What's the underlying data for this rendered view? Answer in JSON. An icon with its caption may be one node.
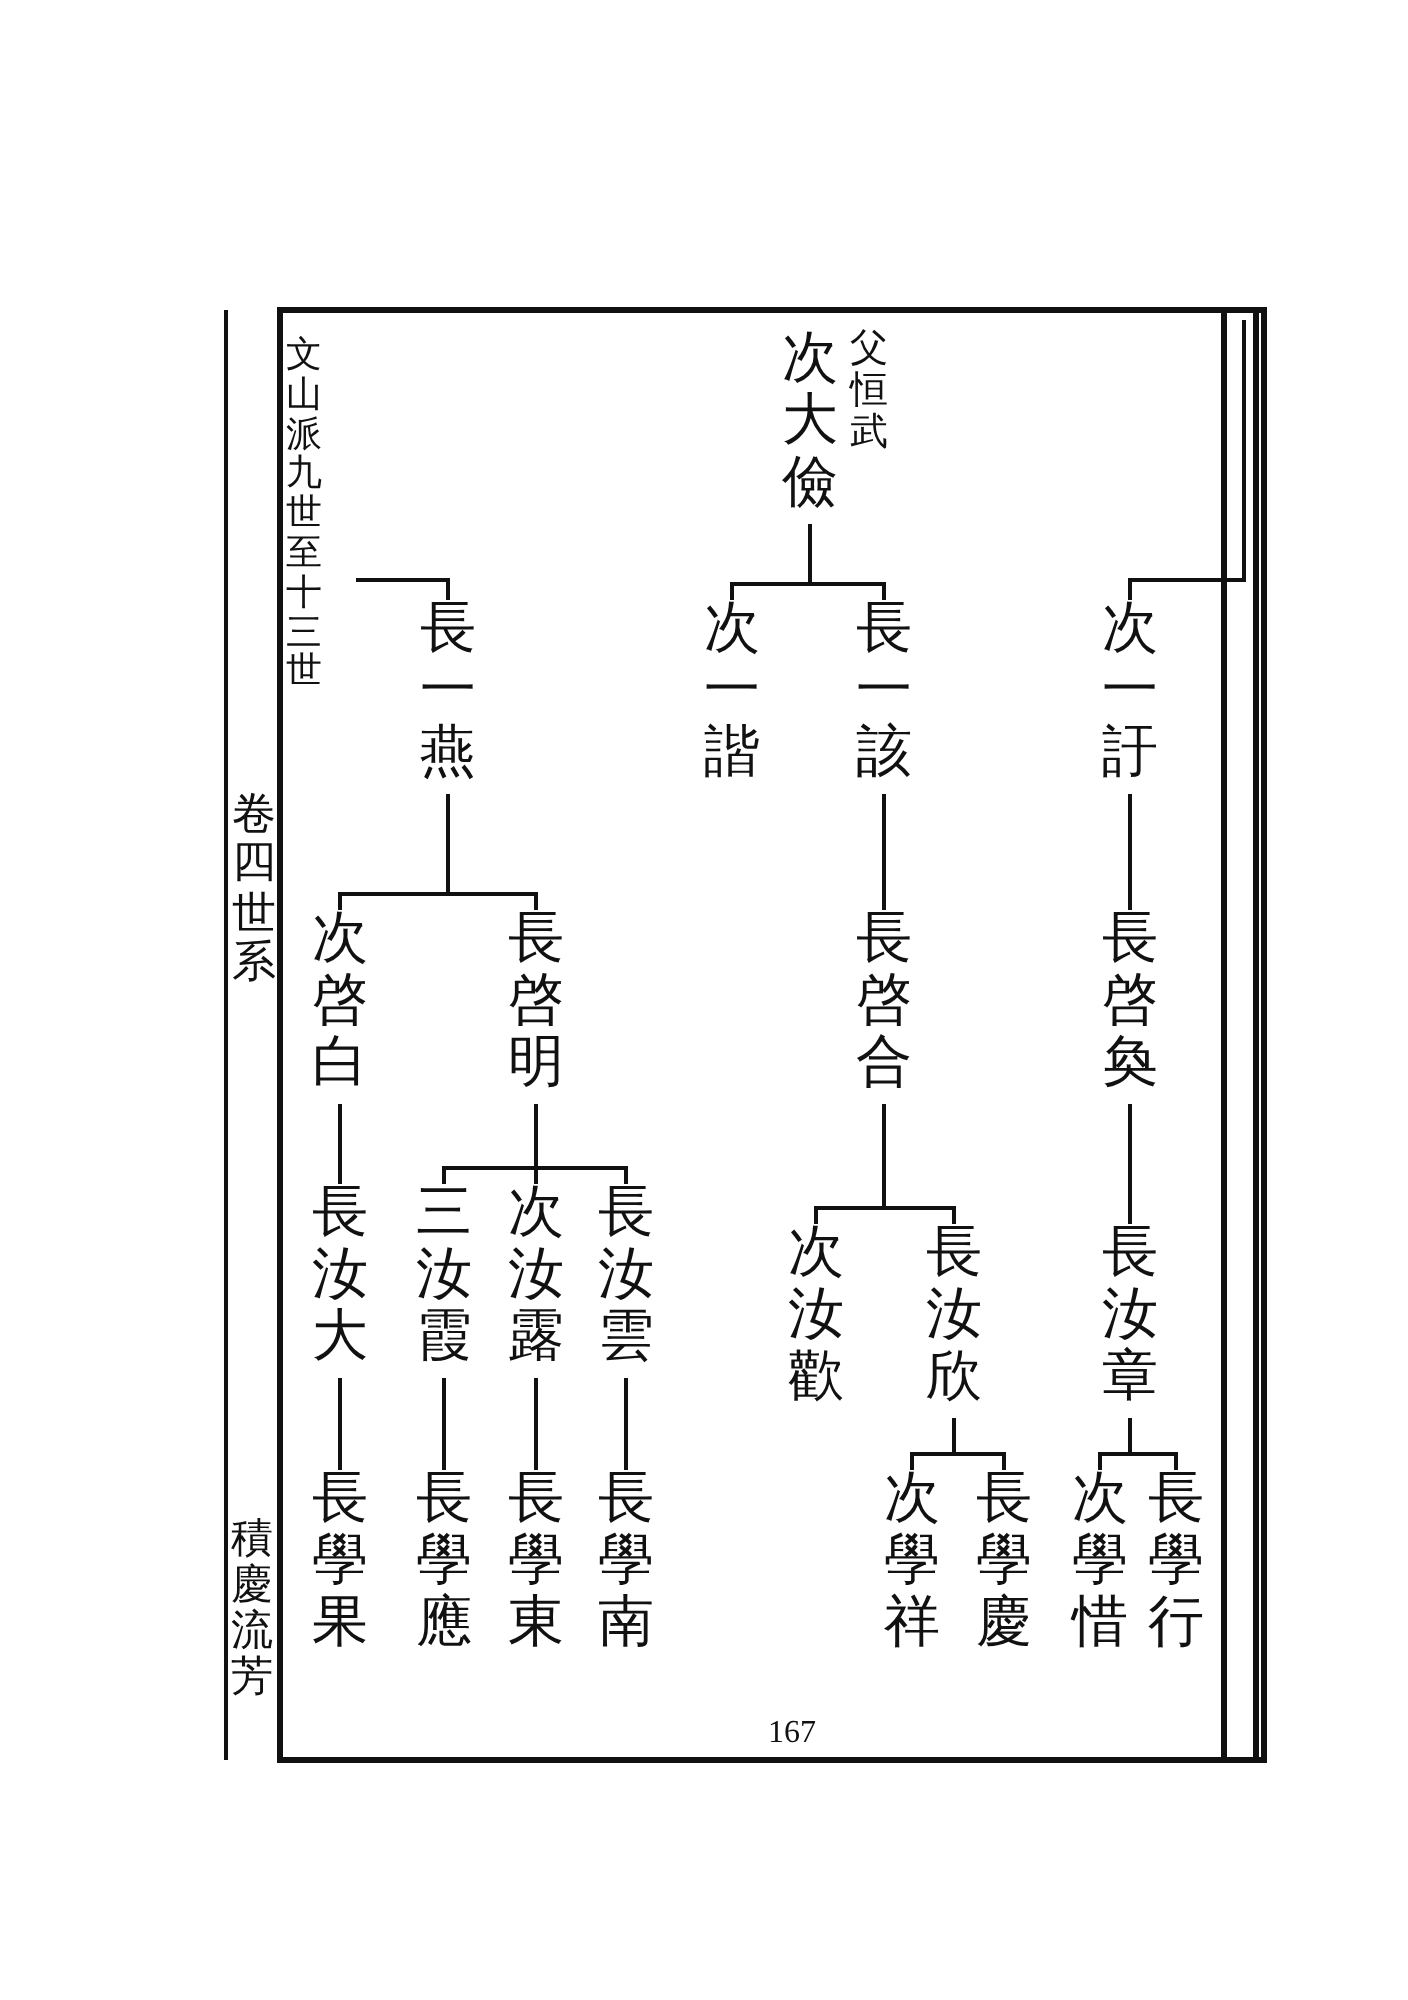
{
  "diagram": {
    "nodes": [
      {
        "text": [
          "次一訏"
        ]
      },
      {
        "text": [
          "長啓奐"
        ]
      },
      {
        "text": [
          "長汝章"
        ]
      },
      {
        "text": [
          "長學行"
        ]
      },
      {
        "text": [
          "次學惜"
        ]
      },
      {
        "text": [
          "次大儉"
        ],
        "beside": [
          "父恒武"
        ]
      },
      {
        "text": [
          "長一該"
        ]
      },
      {
        "text": [
          "次一諧"
        ]
      },
      {
        "text": [
          "長啓合"
        ]
      },
      {
        "text": [
          "長汝欣"
        ]
      },
      {
        "text": [
          "次汝歡"
        ]
      },
      {
        "text": [
          "長學慶"
        ]
      },
      {
        "text": [
          "次學祥"
        ]
      },
      {
        "text": [
          "長一燕"
        ]
      },
      {
        "text": [
          "長啓明"
        ]
      },
      {
        "text": [
          "次啓白"
        ]
      },
      {
        "text": [
          "長汝雲"
        ]
      },
      {
        "text": [
          "次汝露"
        ]
      },
      {
        "text": [
          "三汝霞"
        ]
      },
      {
        "text": [
          "長學南"
        ]
      },
      {
        "text": [
          "長學東"
        ]
      },
      {
        "text": [
          "長學應"
        ]
      },
      {
        "text": [
          "長汝大"
        ]
      },
      {
        "text": [
          "長學果"
        ]
      }
    ],
    "edges": [
      {
        "from": null,
        "to": 0,
        "arrow": "none"
      },
      {
        "from": 0,
        "to": 1,
        "arrow": "none"
      },
      {
        "from": 1,
        "to": 2,
        "arrow": "none"
      },
      {
        "from": 2,
        "to": 3,
        "arrow": "none"
      },
      {
        "from": 2,
        "to": 4,
        "arrow": "none"
      },
      {
        "from": 5,
        "to": 6,
        "arrow": "none"
      },
      {
        "from": 5,
        "to": 7,
        "arrow": "none"
      },
      {
        "from": 6,
        "to": 8,
        "arrow": "none"
      },
      {
        "from": 8,
        "to": 9,
        "arrow": "none"
      },
      {
        "from": 8,
        "to": 10,
        "arrow": "none"
      },
      {
        "from": 9,
        "to": 11,
        "arrow": "none"
      },
      {
        "from": 9,
        "to": 12,
        "arrow": "none"
      },
      {
        "from": null,
        "to": 13,
        "arrow": "none"
      },
      {
        "from": 13,
        "to": 14,
        "arrow": "none"
      },
      {
        "from": 13,
        "to": 15,
        "arrow": "none"
      },
      {
        "from": 14,
        "to": 16,
        "arrow": "none"
      },
      {
        "from": 14,
        "to": 17,
        "arrow": "none"
      },
      {
        "from": 14,
        "to": 18,
        "arrow": "none"
      },
      {
        "from": 16,
        "to": 19,
        "arrow": "none"
      },
      {
        "from": 17,
        "to": 20,
        "arrow": "none"
      },
      {
        "from": 18,
        "to": 21,
        "arrow": "none"
      },
      {
        "from": 15,
        "to": 22,
        "arrow": "none"
      },
      {
        "from": 22,
        "to": 23,
        "arrow": "none"
      }
    ],
    "labels": [
      "文山派九世至十三世",
      "卷四",
      "世系",
      "積慶流芳",
      "167"
    ]
  }
}
